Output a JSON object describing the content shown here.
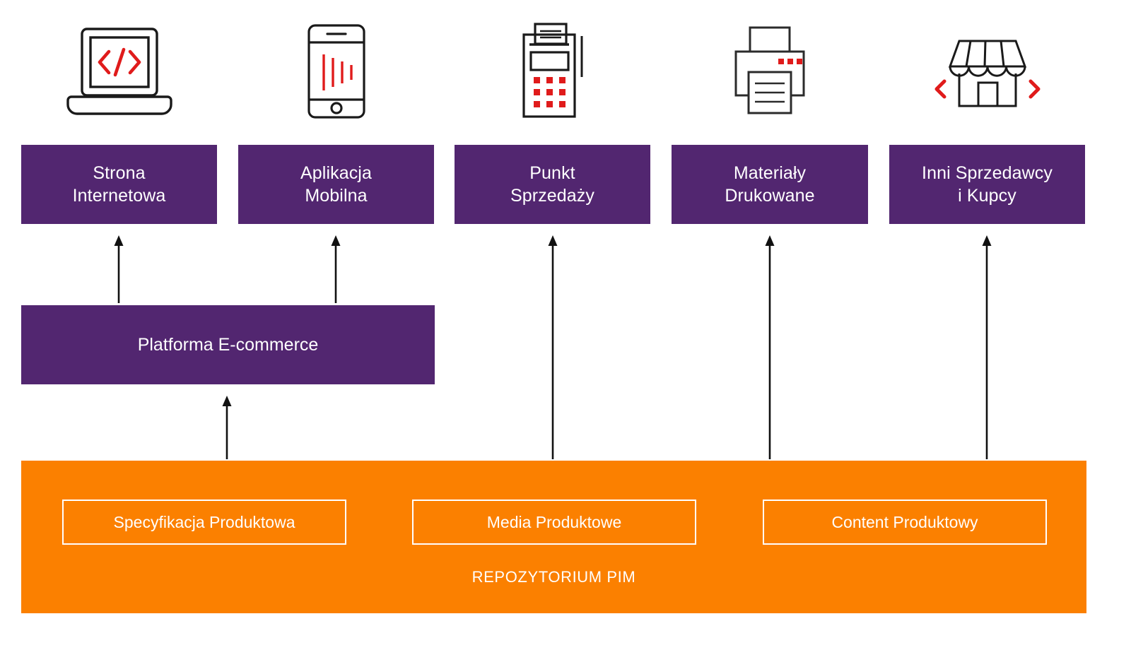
{
  "colors": {
    "purple": "#522670",
    "orange": "#fb8000",
    "red": "#e01b1b",
    "outline": "#1a1a1a",
    "white": "#ffffff",
    "background": "#ffffff"
  },
  "icons": [
    {
      "name": "laptop-code-icon",
      "glyph": "</>"
    },
    {
      "name": "mobile-app-icon",
      "glyph": "waveform"
    },
    {
      "name": "pos-terminal-icon",
      "glyph": "keypad"
    },
    {
      "name": "printer-icon",
      "glyph": "printer"
    },
    {
      "name": "storefront-icon",
      "glyph": "shop"
    }
  ],
  "channels": [
    {
      "id": "strona-internetowa",
      "lines": [
        "Strona",
        "Internetowa"
      ]
    },
    {
      "id": "aplikacja-mobilna",
      "lines": [
        "Aplikacja",
        "Mobilna"
      ]
    },
    {
      "id": "punkt-sprzedazy",
      "lines": [
        "Punkt",
        "Sprzedaży"
      ]
    },
    {
      "id": "materialy-drukowane",
      "lines": [
        "Materiały",
        "Drukowane"
      ]
    },
    {
      "id": "inni-sprzedawcy",
      "lines": [
        "Inni Sprzedawcy",
        "i Kupcy"
      ]
    }
  ],
  "platform": {
    "label": "Platforma E-commerce"
  },
  "repository": {
    "caption": "REPOZYTORIUM PIM",
    "boxes": [
      {
        "id": "specyfikacja-produktowa",
        "label": "Specyfikacja Produktowa"
      },
      {
        "id": "media-produktowe",
        "label": "Media Produktowe"
      },
      {
        "id": "content-produktowy",
        "label": "Content Produktowy"
      }
    ]
  },
  "flows": [
    {
      "from": "platform",
      "to": "strona-internetowa"
    },
    {
      "from": "platform",
      "to": "aplikacja-mobilna"
    },
    {
      "from": "repository",
      "to": "platform"
    },
    {
      "from": "repository",
      "to": "punkt-sprzedazy"
    },
    {
      "from": "repository",
      "to": "materialy-drukowane"
    },
    {
      "from": "repository",
      "to": "inni-sprzedawcy"
    }
  ]
}
